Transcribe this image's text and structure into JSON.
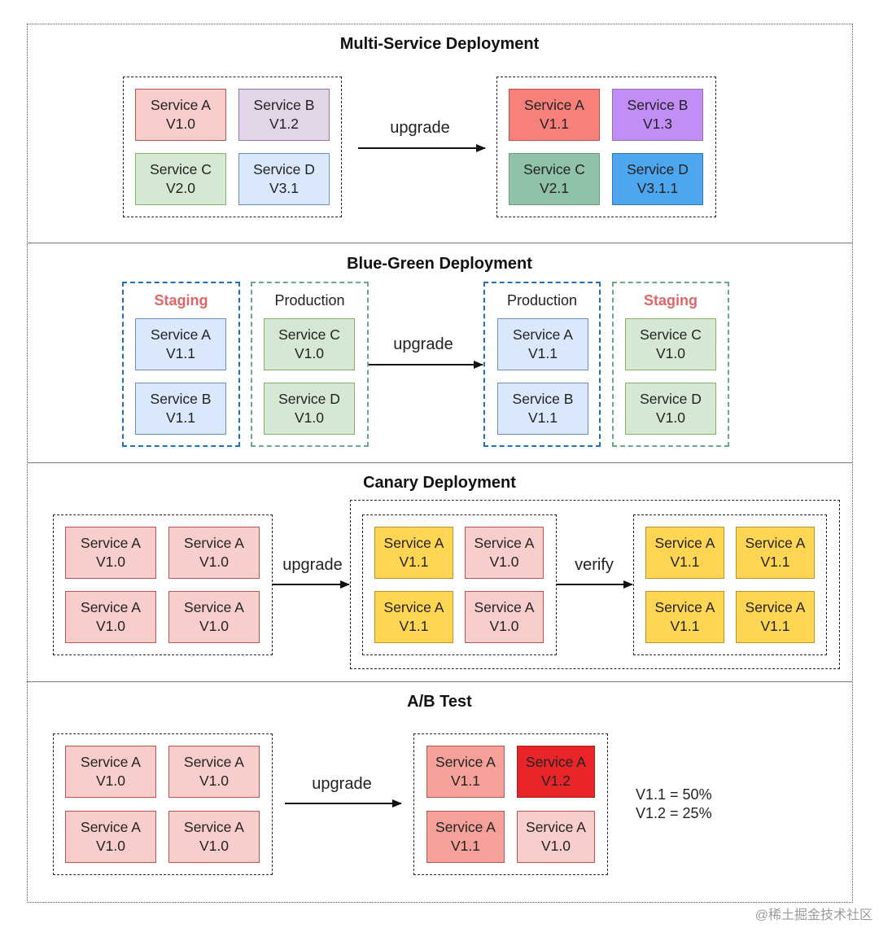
{
  "sections": {
    "multi": {
      "title": "Multi-Service Deployment",
      "arrow_label": "upgrade",
      "before": [
        {
          "name": "Service A",
          "version": "V1.0",
          "color": "#f8cecc"
        },
        {
          "name": "Service B",
          "version": "V1.2",
          "color": "#e1d5e7"
        },
        {
          "name": "Service C",
          "version": "V2.0",
          "color": "#d5e8d4"
        },
        {
          "name": "Service D",
          "version": "V3.1",
          "color": "#dae8fc"
        }
      ],
      "after": [
        {
          "name": "Service A",
          "version": "V1.1",
          "color": "#f8807a"
        },
        {
          "name": "Service B",
          "version": "V1.3",
          "color": "#c28ef5"
        },
        {
          "name": "Service C",
          "version": "V2.1",
          "color": "#8fc2a8"
        },
        {
          "name": "Service D",
          "version": "V3.1.1",
          "color": "#4ea6ef"
        }
      ]
    },
    "bluegreen": {
      "title": "Blue-Green Deployment",
      "arrow_label": "upgrade",
      "before": {
        "left_label": "Staging",
        "left": [
          {
            "name": "Service A",
            "version": "V1.1"
          },
          {
            "name": "Service B",
            "version": "V1.1"
          }
        ],
        "right_label": "Production",
        "right": [
          {
            "name": "Service C",
            "version": "V1.0"
          },
          {
            "name": "Service D",
            "version": "V1.0"
          }
        ]
      },
      "after": {
        "left_label": "Production",
        "left": [
          {
            "name": "Service A",
            "version": "V1.1"
          },
          {
            "name": "Service B",
            "version": "V1.1"
          }
        ],
        "right_label": "Staging",
        "right": [
          {
            "name": "Service C",
            "version": "V1.0"
          },
          {
            "name": "Service D",
            "version": "V1.0"
          }
        ]
      }
    },
    "canary": {
      "title": "Canary Deployment",
      "upgrade_label": "upgrade",
      "verify_label": "verify",
      "before": [
        {
          "name": "Service A",
          "version": "V1.0"
        },
        {
          "name": "Service A",
          "version": "V1.0"
        },
        {
          "name": "Service A",
          "version": "V1.0"
        },
        {
          "name": "Service A",
          "version": "V1.0"
        }
      ],
      "middle": [
        {
          "name": "Service A",
          "version": "V1.1"
        },
        {
          "name": "Service A",
          "version": "V1.0"
        },
        {
          "name": "Service A",
          "version": "V1.1"
        },
        {
          "name": "Service A",
          "version": "V1.0"
        }
      ],
      "after": [
        {
          "name": "Service A",
          "version": "V1.1"
        },
        {
          "name": "Service A",
          "version": "V1.1"
        },
        {
          "name": "Service A",
          "version": "V1.1"
        },
        {
          "name": "Service A",
          "version": "V1.1"
        }
      ]
    },
    "ab": {
      "title": "A/B Test",
      "arrow_label": "upgrade",
      "before": [
        {
          "name": "Service A",
          "version": "V1.0"
        },
        {
          "name": "Service A",
          "version": "V1.0"
        },
        {
          "name": "Service A",
          "version": "V1.0"
        },
        {
          "name": "Service A",
          "version": "V1.0"
        }
      ],
      "after": [
        {
          "name": "Service A",
          "version": "V1.1"
        },
        {
          "name": "Service A",
          "version": "V1.2"
        },
        {
          "name": "Service A",
          "version": "V1.1"
        },
        {
          "name": "Service A",
          "version": "V1.0"
        }
      ],
      "notes": [
        "V1.1 = 50%",
        "V1.2 = 25%"
      ]
    }
  },
  "watermark": "@稀土掘金技术社区"
}
